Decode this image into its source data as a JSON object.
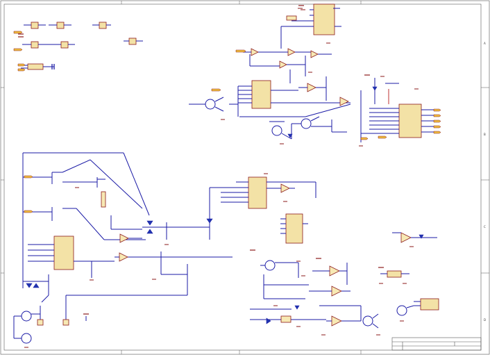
{
  "sheet": {
    "zone_letters": [
      "A",
      "B",
      "C",
      "D"
    ],
    "title_block": {
      "title": "",
      "size": "",
      "date": "",
      "sheet": ""
    }
  },
  "colors": {
    "wire": "#1a1aa6",
    "component_body": "#f3e2a6",
    "component_outline": "#8b1a1a",
    "power_port": "#8b1a1a"
  }
}
